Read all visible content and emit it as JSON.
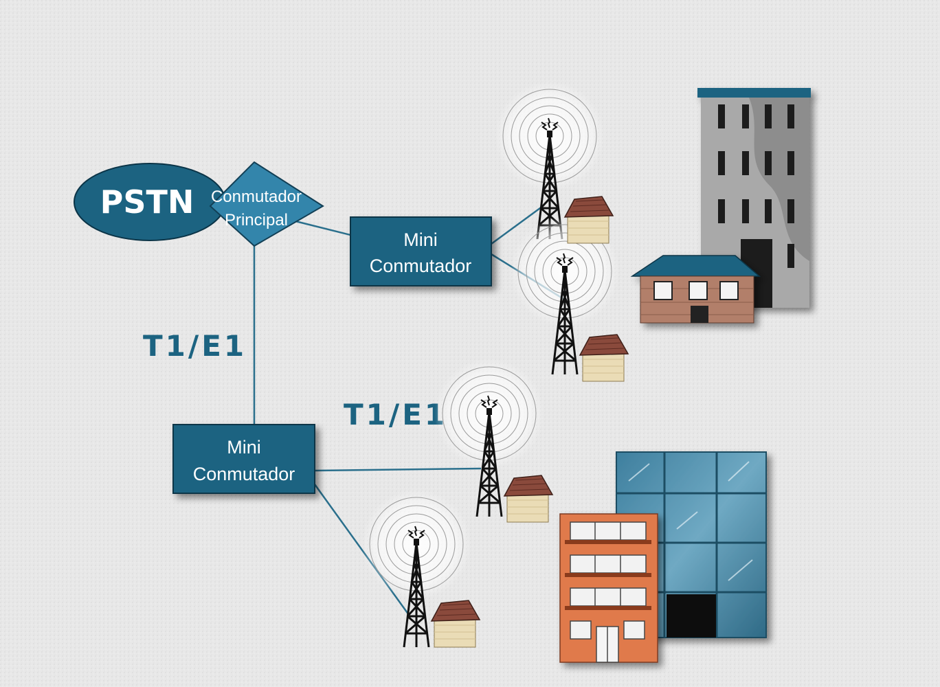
{
  "pstn": {
    "label": "PSTN"
  },
  "main_switch": {
    "line1": "Conmutador",
    "line2": "Principal"
  },
  "mini_switch_top": {
    "line1": "Mini",
    "line2": "Conmutador"
  },
  "mini_switch_bottom": {
    "line1": "Mini",
    "line2": "Conmutador"
  },
  "trunk_labels": {
    "vertical": "T1/E1",
    "horizontal": "T1/E1"
  },
  "colors": {
    "primary_blue": "#1c6381",
    "light_blue": "#3385ab",
    "line_blue": "#2a6f8c",
    "background": "#e6e6e6",
    "roof_red": "#8a4a3c",
    "office_orange": "#e07a4c"
  }
}
